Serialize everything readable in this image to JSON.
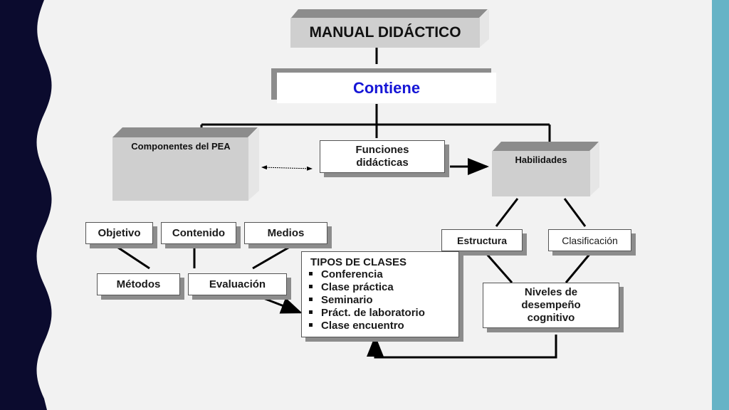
{
  "diagram": {
    "title": "MANUAL DIDÁCTICO",
    "contiene": "Contiene",
    "componentes": "Componentes del PEA",
    "funciones": "Funciones didácticas",
    "habilidades": "Habilidades",
    "objetivo": "Objetivo",
    "contenido": "Contenido",
    "medios": "Medios",
    "metodos": "Métodos",
    "evaluacion": "Evaluación",
    "estructura": "Estructura",
    "clasificacion": "Clasificación",
    "niveles": "Niveles de desempeño cognitivo",
    "tipos_title": "TIPOS DE CLASES",
    "tipos_items": [
      "Conferencia",
      "Clase práctica",
      "Seminario",
      "Práct. de laboratorio",
      "Clase encuentro"
    ]
  },
  "colors": {
    "left_band": "#0b0b2e",
    "right_band": "#66b3c6",
    "background": "#f2f2f2",
    "contiene_text": "#1616d6",
    "box_shadow": "#8c8c8c",
    "grey_box": "#cfcfcf"
  }
}
